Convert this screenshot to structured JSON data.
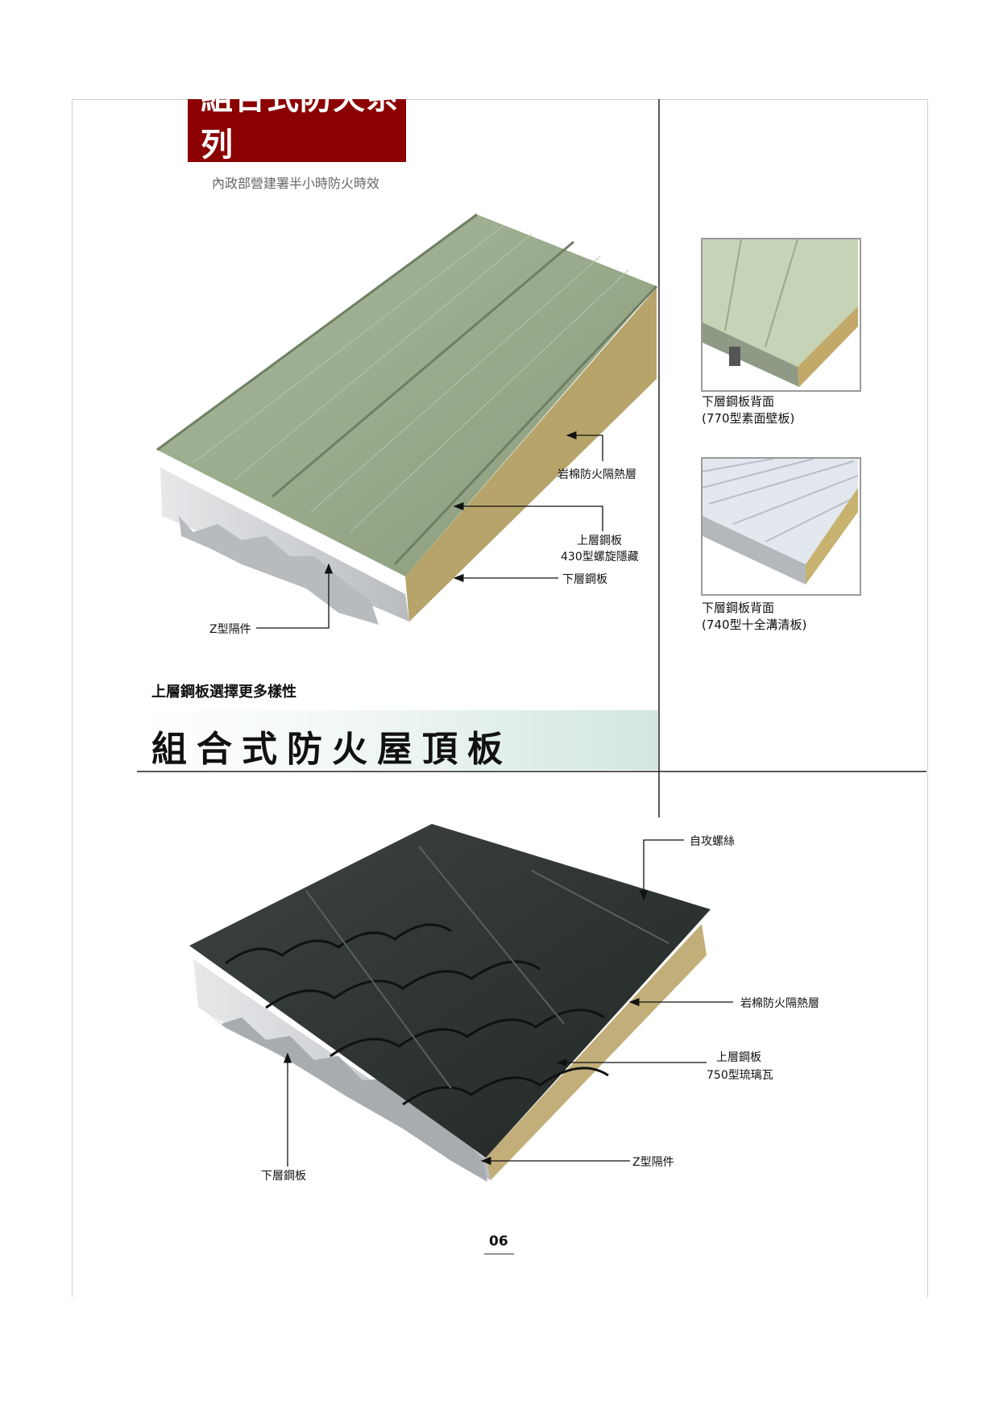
{
  "header": {
    "series_title": "組合式防火系列",
    "certification": "內政部營建署半小時防火時效"
  },
  "top_product": {
    "labels": {
      "rockwool": "岩棉防火隔熱層",
      "upper_plate": "上層鋼板",
      "upper_plate_type": "430型螺旋隱藏",
      "lower_plate": "下層鋼板",
      "z_spacer": "Z型隔件"
    },
    "colors": {
      "top_sheet": "#9aab8c",
      "rockwool": "#b7a46a",
      "base": "#d8dadc"
    }
  },
  "side_images": [
    {
      "caption_line1": "下層鋼板背面",
      "caption_line2": "(770型素面壁板)"
    },
    {
      "caption_line1": "下層鋼板背面",
      "caption_line2": "(740型十全溝清板)"
    }
  ],
  "section": {
    "tagline": "上層鋼板選擇更多樣性",
    "title": "組合式防火屋頂板"
  },
  "bottom_product": {
    "labels": {
      "screw": "自攻螺絲",
      "rockwool": "岩棉防火隔熱層",
      "upper_plate": "上層鋼板",
      "upper_plate_type": "750型琉璃瓦",
      "z_spacer": "Z型隔件",
      "lower_plate": "下層鋼板"
    },
    "colors": {
      "tile": "#2c3230",
      "rockwool": "#c2ae78",
      "base": "#c9cbcd"
    }
  },
  "footer": {
    "page_number": "06"
  },
  "colors": {
    "banner": "#8b0000",
    "title_band_end": "#d3e6e1"
  }
}
